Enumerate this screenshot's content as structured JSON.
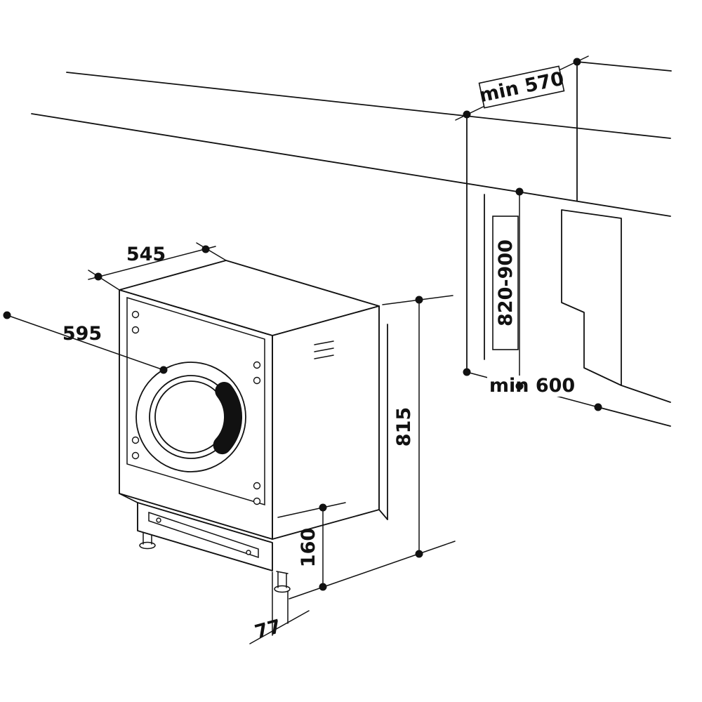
{
  "diagram": {
    "labels": {
      "worktop_depth": "min 570",
      "niche_height": "820-900",
      "machine_depth": "545",
      "machine_width": "595",
      "niche_width": "min 600",
      "machine_height": "815",
      "plinth_height": "160",
      "plinth_recess": "77"
    },
    "colors": {
      "line": "#111111",
      "background": "#ffffff"
    }
  }
}
